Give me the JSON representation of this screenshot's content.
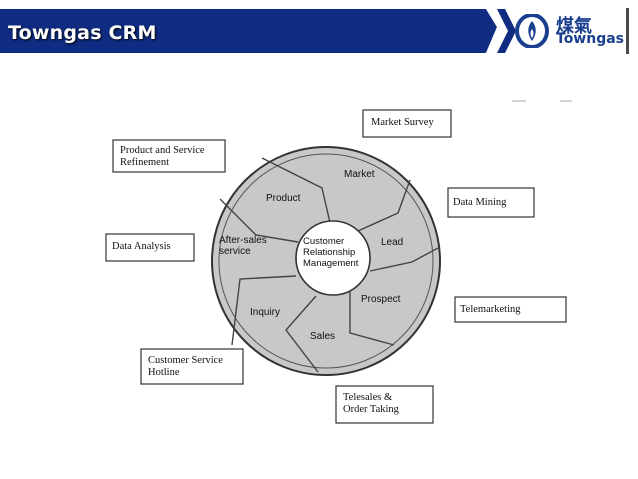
{
  "header": {
    "title": "Towngas CRM",
    "logo_cn": "煤氣",
    "logo_en": "Towngas",
    "bar_color": "#0f2c82",
    "accent_color": "#1b3f8f"
  },
  "diagram": {
    "center": [
      "Customer",
      "Relationship",
      "Management"
    ],
    "segments": [
      {
        "label": [
          "Market"
        ]
      },
      {
        "label": [
          "Lead"
        ]
      },
      {
        "label": [
          "Prospect"
        ]
      },
      {
        "label": [
          "Sales"
        ]
      },
      {
        "label": [
          "Inquiry"
        ]
      },
      {
        "label": [
          "After-sales",
          "service"
        ]
      },
      {
        "label": [
          "Product"
        ]
      }
    ],
    "boxes": [
      {
        "label": [
          "Market Survey"
        ]
      },
      {
        "label": [
          "Data Mining"
        ]
      },
      {
        "label": [
          "Telemarketing"
        ]
      },
      {
        "label": [
          "Telesales &",
          "Order Taking"
        ]
      },
      {
        "label": [
          "Customer Service",
          "Hotline"
        ]
      },
      {
        "label": [
          "Data Analysis"
        ]
      },
      {
        "label": [
          "Product and Service",
          "Refinement"
        ]
      }
    ],
    "ring_color": "#c8c8c8"
  }
}
